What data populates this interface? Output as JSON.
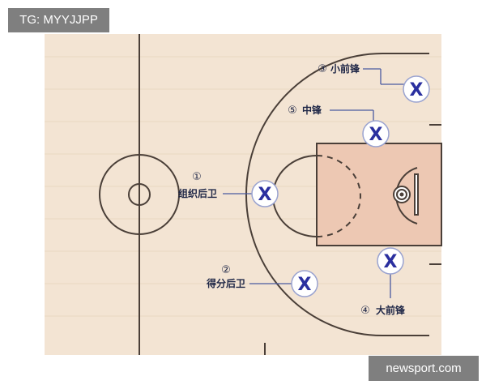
{
  "tag_label": "TG: MYYJJPP",
  "watermark": "newsport.com",
  "diagram": {
    "marker_symbol": "X",
    "positions": [
      {
        "number": "①",
        "name": "组织后卫"
      },
      {
        "number": "②",
        "name": "得分后卫"
      },
      {
        "number": "③",
        "name": "小前锋"
      },
      {
        "number": "④",
        "name": "大前锋"
      },
      {
        "number": "⑤",
        "name": "中锋"
      }
    ]
  },
  "colors": {
    "court_floor": "#f3e4d3",
    "paint": "#edc8b3",
    "lines": "#4a3f38",
    "marker": "#2a2f9f"
  }
}
